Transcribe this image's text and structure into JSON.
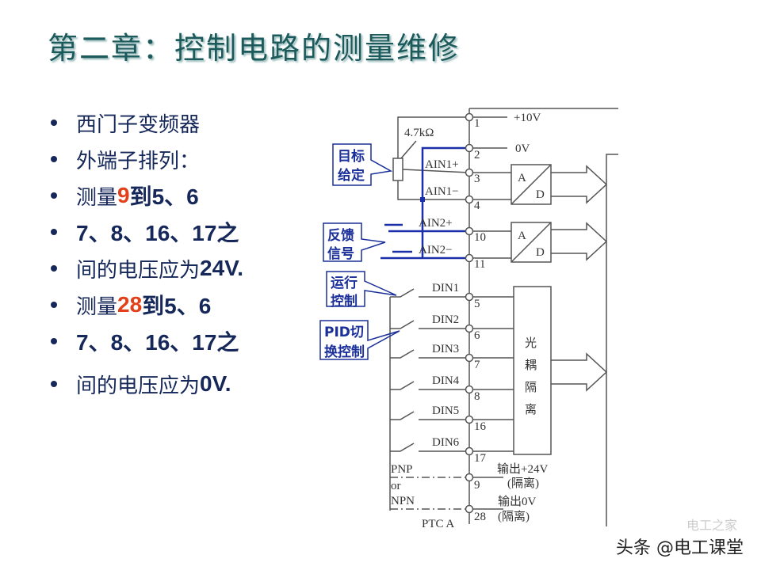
{
  "title": "第二章：控制电路的测量维修",
  "bullets": [
    {
      "parts": [
        "西门子变频器"
      ]
    },
    {
      "parts": [
        "外端子排列："
      ]
    },
    {
      "parts": [
        "测量",
        "9",
        "到5、6"
      ]
    },
    {
      "parts": [
        "7、8、16、17之"
      ]
    },
    {
      "parts": [
        "间的电压应为",
        "24V."
      ]
    },
    {
      "parts": [
        "测量",
        "28",
        "到5、6"
      ]
    },
    {
      "parts": [
        "7、8、16、17之"
      ]
    },
    {
      "parts": [
        "间的电压应为",
        "0V."
      ]
    }
  ],
  "diagram": {
    "resistor": "4.7kΩ",
    "plus10v": "+10V",
    "zero_v": "0V",
    "ain": [
      "AIN1+",
      "AIN1−",
      "AIN2+",
      "AIN2−"
    ],
    "terminals": [
      "1",
      "2",
      "3",
      "4",
      "10",
      "11",
      "5",
      "6",
      "7",
      "8",
      "16",
      "17",
      "9",
      "28"
    ],
    "din": [
      "DIN1",
      "DIN2",
      "DIN3",
      "DIN4",
      "DIN5",
      "DIN6"
    ],
    "ad_a": "A",
    "ad_d": "D",
    "opto": [
      "光",
      "耦",
      "隔",
      "离"
    ],
    "pnp": "PNP",
    "or": "or",
    "npn": "NPN",
    "out24": "输出+24V",
    "out0": "输出0V",
    "iso": "(隔离)",
    "ptc": "PTC A",
    "callouts": {
      "target1": "目标",
      "target2": "给定",
      "fb1": "反馈",
      "fb2": "信号",
      "run1": "运行",
      "run2": "控制",
      "pid1": "PID切",
      "pid2": "换控制"
    }
  },
  "watermark": "头条 @电工课堂",
  "watermark_faint": "电工之家"
}
